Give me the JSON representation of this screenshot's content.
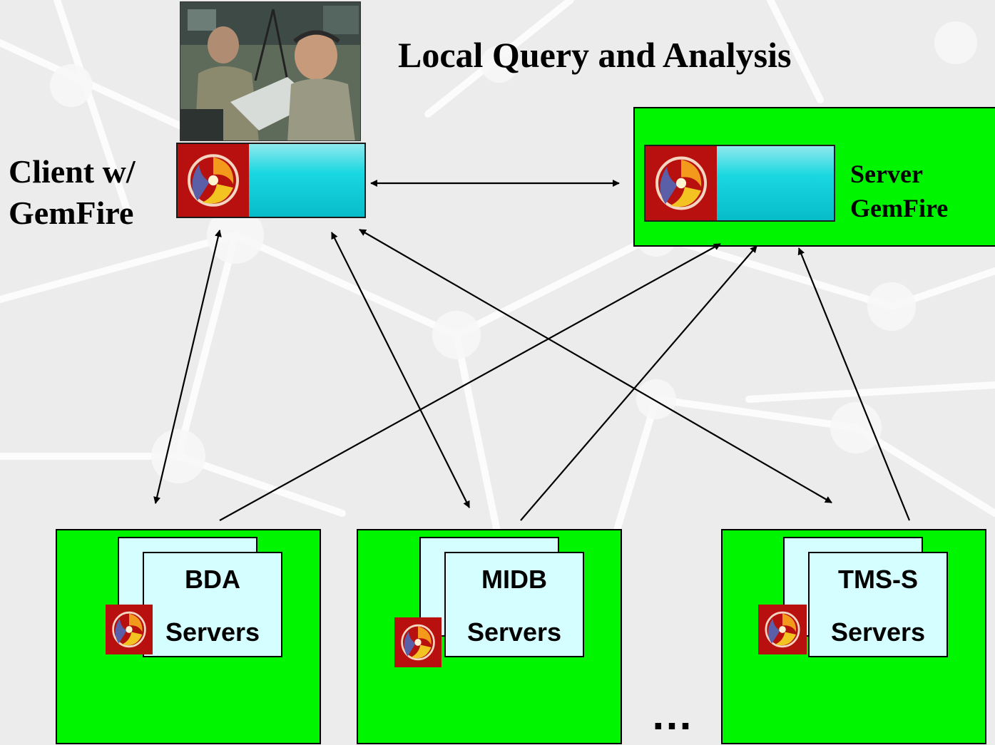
{
  "title": "Local Query and Analysis",
  "client": {
    "label_line1": "Client w/",
    "label_line2": "GemFire"
  },
  "server": {
    "label_line1": "Server",
    "label_line2": "GemFire"
  },
  "backends": [
    {
      "name": "BDA",
      "sub": "Servers"
    },
    {
      "name": "MIDB",
      "sub": "Servers"
    },
    {
      "name": "TMS-S",
      "sub": "Servers"
    }
  ],
  "ellipsis": "…",
  "icons": {
    "logo": "gemfire-swirl-logo-icon",
    "photo": "operators-photo"
  },
  "colors": {
    "node_green": "#00f500",
    "cache_cyan": "#19d7e0",
    "card_blue": "#d4feff",
    "logo_red": "#b8100e"
  }
}
